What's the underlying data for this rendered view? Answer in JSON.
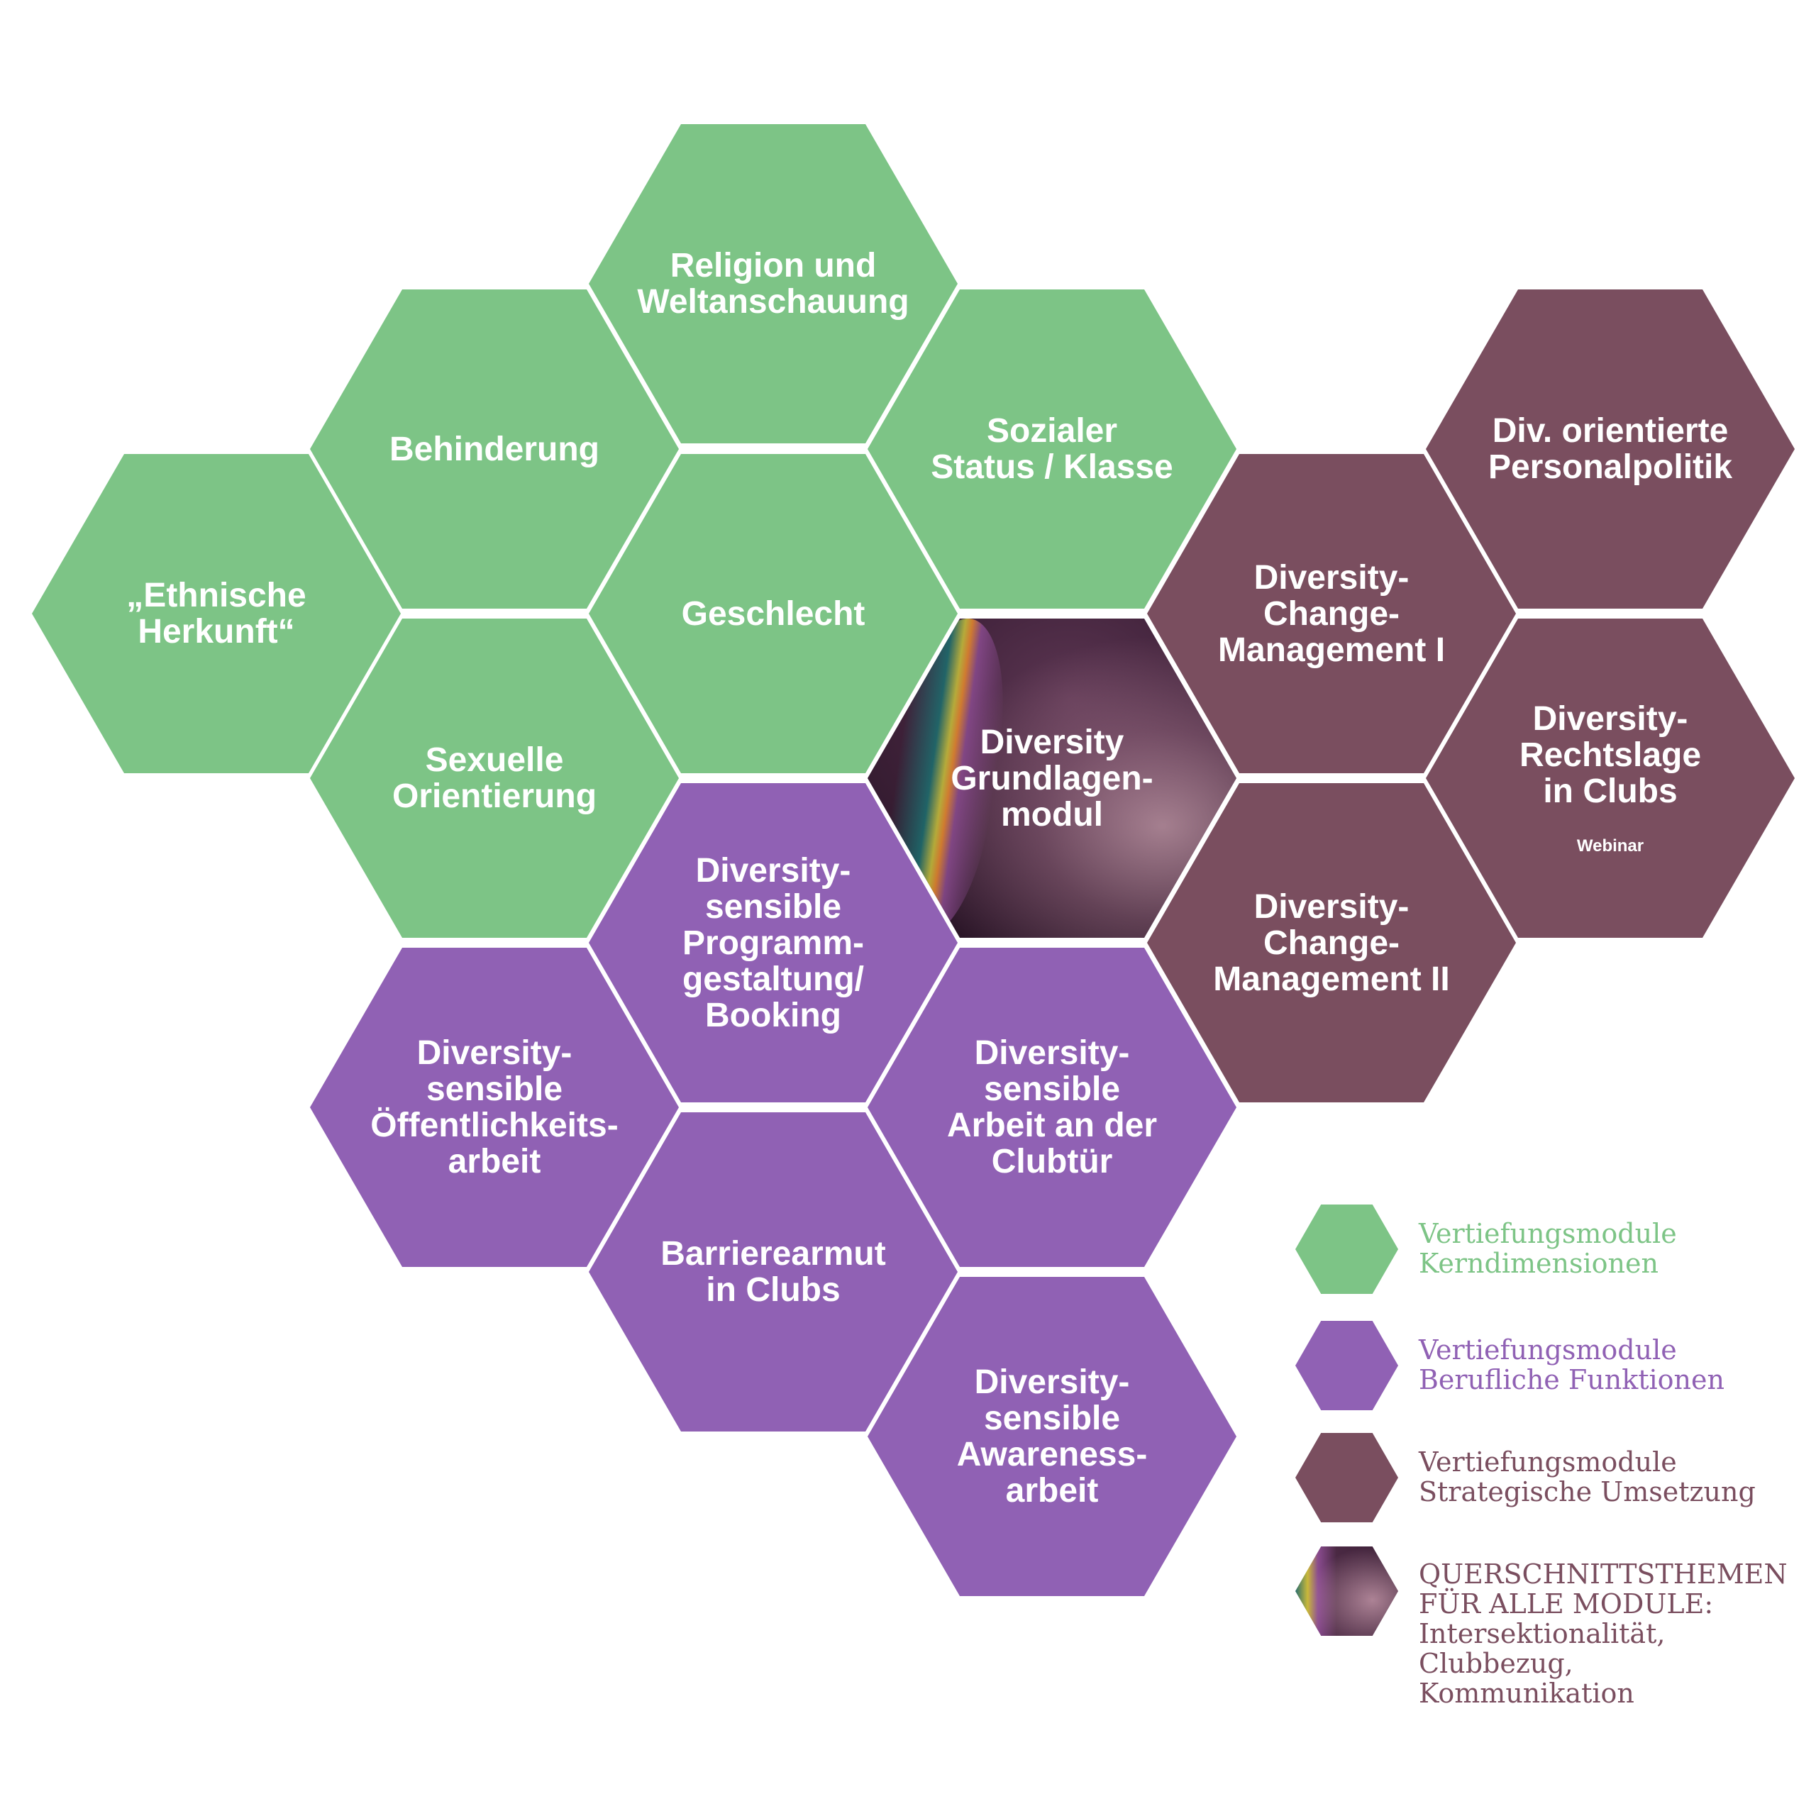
{
  "colors": {
    "kerndimensionen": "#7dc486",
    "berufliche_funktionen": "#9061b4",
    "strategische_umsetzung": "#7a4e5f",
    "querschnitt_text": "#7a4e5f"
  },
  "modules": {
    "religion": "Religion und\nWeltanschauung",
    "behinderung": "Behinderung",
    "sozialer_status": "Sozialer\nStatus / Klasse",
    "personalpolitik": "Div. orientierte\nPersonalpolitik",
    "ethnische_herkunft": "„Ethnische\nHerkunft“",
    "geschlecht": "Geschlecht",
    "change_management_1": "Diversity-\nChange-\nManagement I",
    "sexuelle_orientierung": "Sexuelle\nOrientierung",
    "grundlagenmodul": "Diversity\nGrundlagen-\nmodul",
    "rechtslage": "Diversity-\nRechtslage\nin Clubs",
    "rechtslage_sub": "Webinar",
    "programmgestaltung": "Diversity-\nsensible\nProgramm-\ngestaltung/\nBooking",
    "change_management_2": "Diversity-\nChange-\nManagement II",
    "oeffentlichkeitsarbeit": "Diversity-\nsensible\nÖffentlichkeits-\narbeit",
    "clubtuer": "Diversity-\nsensible\nArbeit an der\nClubtür",
    "barrierearmut": "Barrierearmut\nin Clubs",
    "awarenessarbeit": "Diversity-\nsensible\nAwareness-\narbeit"
  },
  "legend": {
    "kerndimensionen": "Vertiefungsmodule\nKerndimensionen",
    "berufliche_funktionen": "Vertiefungsmodule\nBerufliche Funktionen",
    "strategische_umsetzung": "Vertiefungsmodule\nStrategische Umsetzung",
    "querschnitt": "QUERSCHNITTSTHEMEN\nFÜR ALLE MODULE:\nIntersektionalität,\nClubbezug,\nKommunikation"
  }
}
